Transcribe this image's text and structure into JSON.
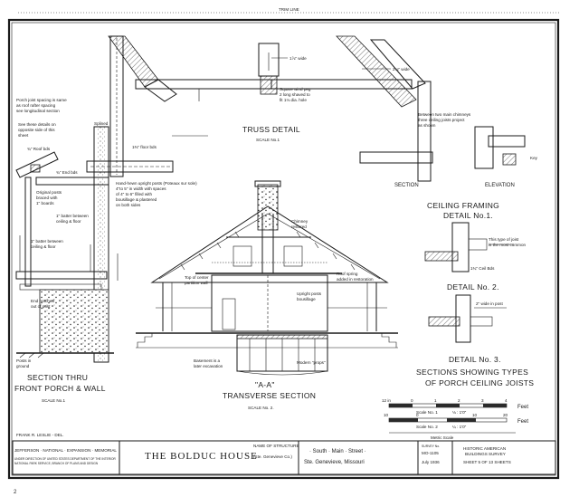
{
  "sheet": {
    "top_mark": "TRIM LINE",
    "corner_mark": "2"
  },
  "truss": {
    "title": "TRUSS DETAIL",
    "scale": "SCALE No.1",
    "notes": {
      "porch_spacing": [
        "Porch joist spacing is same",
        "as roof rafter spacing",
        "see longitudinal section"
      ],
      "see_these": [
        "See these details on",
        "opposite side of this",
        "sheet"
      ],
      "splined": "Splined",
      "roof_bds": "¾\" Roof bds",
      "floor_bds": "1⅜\" floor bds",
      "wide_top": "1⅞\" wide",
      "wide_right": "2⅛\" wide",
      "square_wind": [
        "Square wind peg",
        "2 long shaved to",
        "fit 1⅛ dia. hole"
      ],
      "between_chimney": [
        "Between two main chimneys",
        "three ceiling joists project",
        "as shown"
      ],
      "key": "Key",
      "section": "SECTION",
      "elevation": "ELEVATION"
    }
  },
  "porch_section": {
    "title_1": "SECTION THRU",
    "title_2": "FRONT PORCH & WALL",
    "scale": "SCALE No.1",
    "notes": {
      "hand_hewn": [
        "Hand-hewn upright posts (Poteaux sur sole)",
        "4\"to 5\" in width with spaces",
        "of 4\" to 6\" filled with",
        "bousillage & plastered",
        "on both sides"
      ],
      "original_posts": [
        "Original posts",
        "braced with",
        "1\" boards"
      ],
      "batter_between_ceiling": [
        "1\" batter between",
        "ceiling & floor"
      ],
      "batter_left": [
        "1\" batter between",
        "ceiling & floor"
      ],
      "end_notched": [
        "End notched",
        "out of post"
      ],
      "posts_in_ground": [
        "Posts in",
        "ground"
      ],
      "end_bds": "¾\" End bds"
    }
  },
  "transverse": {
    "title_1": "\"A-A\"",
    "title_2": "TRANSVERSE SECTION",
    "scale": "SCALE No. 2.",
    "notes": {
      "chimney": [
        "Chimney",
        "restored"
      ],
      "top_center": [
        "Top of center",
        "partition wall"
      ],
      "roof_spring": [
        "Roof spring",
        "added in restoration"
      ],
      "upright_posts": [
        "Upright posts",
        "bousillage"
      ],
      "basement": [
        "Basement is a",
        "later excavation"
      ],
      "modern_props": "Modern \"props\""
    }
  },
  "ceiling": {
    "title_1": "CEILING FRAMING",
    "title_2": "DETAIL No.1.",
    "note_1": [
      "This type of joist",
      "is the most common"
    ],
    "dim_1": "1¾\" Ceil Bds",
    "title_3": "DETAIL No. 2.",
    "note_2": "2\" wide in post",
    "title_4": "DETAIL No. 3.",
    "sections_title_1": "SECTIONS SHOWING TYPES",
    "sections_title_2": "OF PORCH CEILING JOISTS"
  },
  "scales": {
    "bar1_label": "Scale No. 1",
    "bar2_label": "Scale No. 2",
    "bar1_ticks": [
      "12 in",
      "0",
      "1",
      "2",
      "3",
      "4"
    ],
    "bar2_ticks": [
      "10",
      "0",
      "10",
      "20"
    ],
    "feet": "Feet",
    "metric": "Metric Scale",
    "ratio1": "⅛ : 1'0\"",
    "ratio2": "¼ : 1'0\""
  },
  "title_block": {
    "delineator": "FRANK R. LESLIE - DEL.",
    "agency_1": "JEFFERSON · NATIONAL · EXPANSION · MEMORIAL",
    "agency_2": "UNDER DIRECTION OF UNITED STATES DEPARTMENT OF THE INTERIOR",
    "agency_3": "NATIONAL PARK SERVICE, BRANCH OF PLANS AND DESIGN",
    "structure": "THE BOLDUC HOUSE",
    "structure_caption": "NAME OF STRUCTURE",
    "structure_sub": "(Ste. Genevieve Co.)",
    "address_1": "· South · Main · Street ·",
    "address_2": "Ste. Genevieve, Missouri",
    "survey_caption": "SURVEY No.",
    "survey_no": "MO-1105",
    "date": "July 1936",
    "habs_1": "HISTORIC AMERICAN",
    "habs_2": "BUILDINGS SURVEY",
    "sheet_no": "SHEET 5 OF 13 SHEETS"
  }
}
